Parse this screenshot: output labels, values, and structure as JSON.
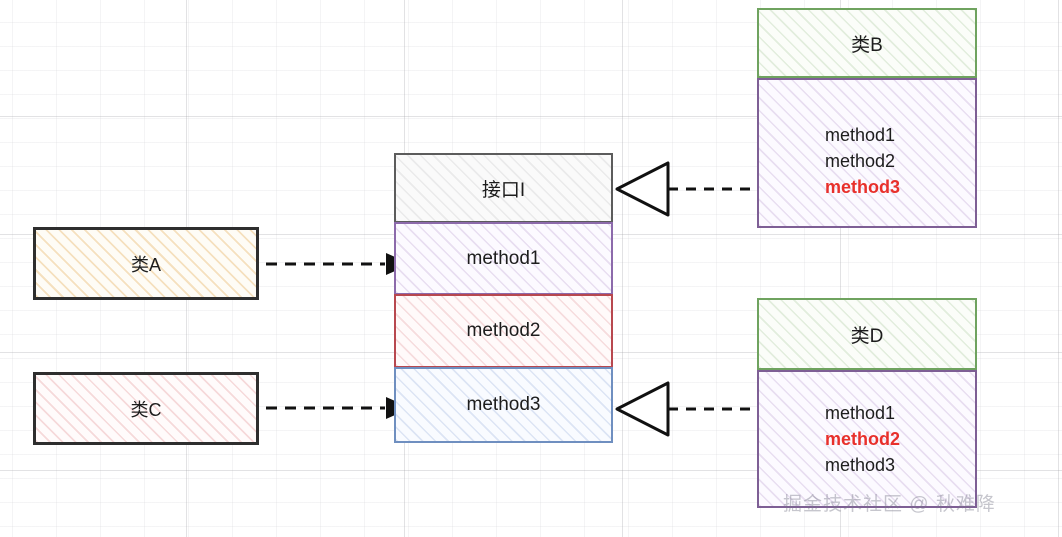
{
  "diagram": {
    "title": "Interface Segregation Principle UML sketch",
    "background": "#ffffff",
    "grid": true,
    "watermark": "掘金技术社区 @ 秋难降"
  },
  "interface": {
    "name": "接口I",
    "methods": [
      {
        "label": "method1",
        "accent": "#8c6aab"
      },
      {
        "label": "method2",
        "accent": "#b8484f"
      },
      {
        "label": "method3",
        "accent": "#6f8fc0"
      }
    ]
  },
  "clients": [
    {
      "name": "类A",
      "accent": "#e1a03c"
    },
    {
      "name": "类C",
      "accent": "#d76e73"
    }
  ],
  "implementors": [
    {
      "name": "类B",
      "header_accent": "#6fa35f",
      "body_accent": "#7e5f95",
      "methods": [
        {
          "label": "method1",
          "highlight": false
        },
        {
          "label": "method2",
          "highlight": false
        },
        {
          "label": "method3",
          "highlight": true
        }
      ]
    },
    {
      "name": "类D",
      "header_accent": "#6fa35f",
      "body_accent": "#7e5f95",
      "methods": [
        {
          "label": "method1",
          "highlight": false
        },
        {
          "label": "method2",
          "highlight": true
        },
        {
          "label": "method3",
          "highlight": false
        }
      ]
    }
  ],
  "connectors": [
    {
      "id": "a-to-method1",
      "kind": "dependency-dashed-arrow",
      "from": "类A",
      "to": "method1"
    },
    {
      "id": "c-to-method3",
      "kind": "dependency-dashed-arrow",
      "from": "类C",
      "to": "method3"
    },
    {
      "id": "b-to-interface",
      "kind": "realization-dashed-hollow-triangle",
      "from": "类B",
      "to": "接口I"
    },
    {
      "id": "d-to-method3",
      "kind": "realization-dashed-hollow-triangle",
      "from": "类D",
      "to": "method3"
    }
  ],
  "colors": {
    "stroke_dark": "#2e2e2e",
    "stroke_gray": "#5c5c5c",
    "highlight_red": "#e8302b",
    "text": "#1d1d1d"
  }
}
